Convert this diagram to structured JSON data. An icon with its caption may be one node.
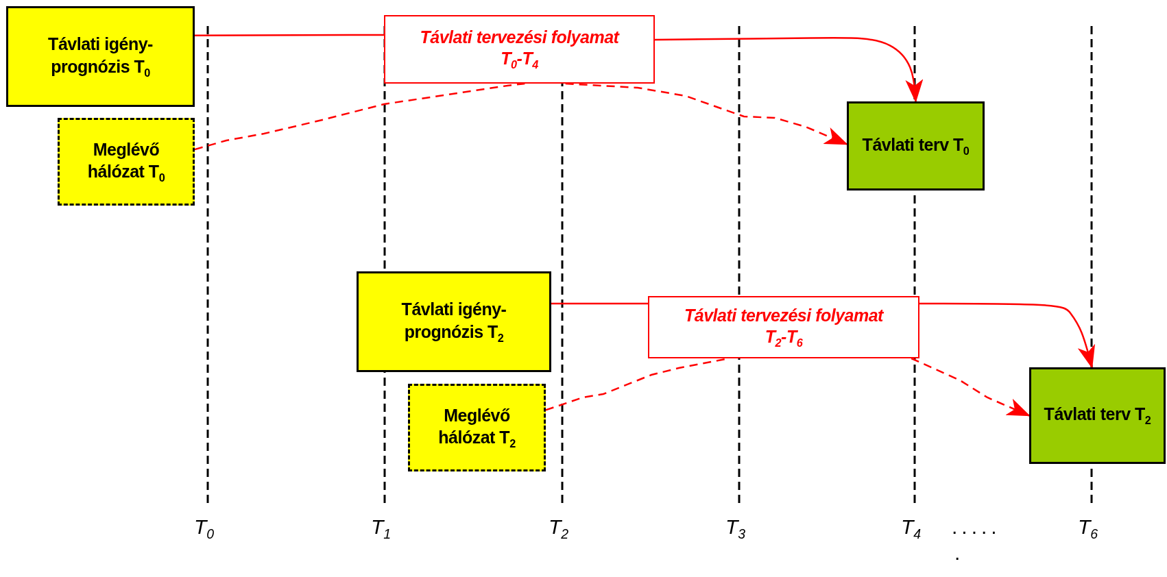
{
  "diagram": {
    "nodes": [
      {
        "text": [
          "Távlati igény-prognózis T$_{0}$"
        ]
      },
      {
        "text": [
          "Meglévő hálózat T$_{0}$"
        ]
      },
      {
        "text": [
          "Távlati tervezési folyamat",
          "T$_{0}$-T$_{4}$"
        ]
      },
      {
        "text": [
          "Távlati terv T$_{0}$"
        ]
      },
      {
        "text": [
          "Távlati igény-prognózis T$_{2}$"
        ]
      },
      {
        "text": [
          "Meglévő hálózat T$_{2}$"
        ]
      },
      {
        "text": [
          "Távlati tervezési folyamat",
          "T$_{2}$-T$_{6}$"
        ]
      },
      {
        "text": [
          "Távlati terv T$_{2}$"
        ]
      }
    ],
    "edges": [
      {
        "from": 0,
        "to": 2,
        "arrow": "none"
      },
      {
        "from": 2,
        "to": 3,
        "arrow": "to"
      },
      {
        "from": 1,
        "to": 2,
        "arrow": "none",
        "style": "dashed"
      },
      {
        "from": 2,
        "to": 3,
        "arrow": "to",
        "style": "dashed"
      },
      {
        "from": 4,
        "to": 6,
        "arrow": "none"
      },
      {
        "from": 6,
        "to": 7,
        "arrow": "to"
      },
      {
        "from": 5,
        "to": 6,
        "arrow": "none",
        "style": "dashed"
      },
      {
        "from": 6,
        "to": 7,
        "arrow": "to",
        "style": "dashed"
      }
    ],
    "labels": [
      "T$_{0}$",
      "T$_{1}$",
      "T$_{2}$",
      "T$_{3}$",
      "T$_{4}$",
      ".....",
      "T$_{6}$",
      "."
    ]
  }
}
